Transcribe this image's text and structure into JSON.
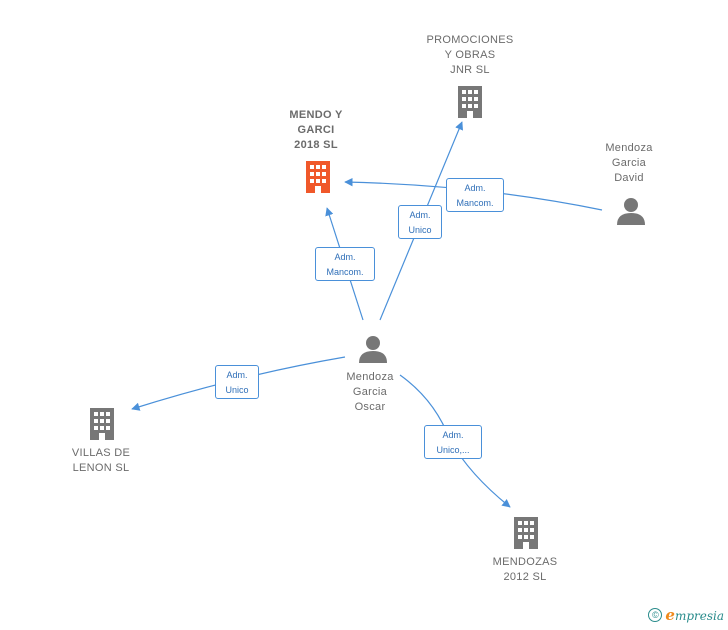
{
  "colors": {
    "edge": "#4a90d9",
    "node": "#777777",
    "highlight": "#f0582a"
  },
  "nodes": {
    "promociones": {
      "label": "PROMOCIONES\nY OBRAS\nJNR  SL",
      "icon": "building-icon"
    },
    "mendo": {
      "label": "MENDO Y\nGARCI\n2018  SL",
      "icon": "building-icon-highlight"
    },
    "david": {
      "label": "Mendoza\nGarcia\nDavid",
      "icon": "person-icon"
    },
    "oscar": {
      "label": "Mendoza\nGarcia\nOscar",
      "icon": "person-icon"
    },
    "villas": {
      "label": "VILLAS DE\nLENON  SL",
      "icon": "building-icon"
    },
    "mendozas": {
      "label": "MENDOZAS\n2012 SL",
      "icon": "building-icon"
    }
  },
  "edges": {
    "david_mendo": {
      "label": "Adm.\nMancom."
    },
    "oscar_promociones": {
      "label": "Adm.\nUnico"
    },
    "oscar_mendo": {
      "label": "Adm.\nMancom."
    },
    "oscar_villas": {
      "label": "Adm.\nUnico"
    },
    "oscar_mendozas": {
      "label": "Adm.\nUnico,..."
    }
  },
  "footer": {
    "copyright": "©",
    "brand_initial": "e",
    "brand_rest": "mpresia"
  }
}
